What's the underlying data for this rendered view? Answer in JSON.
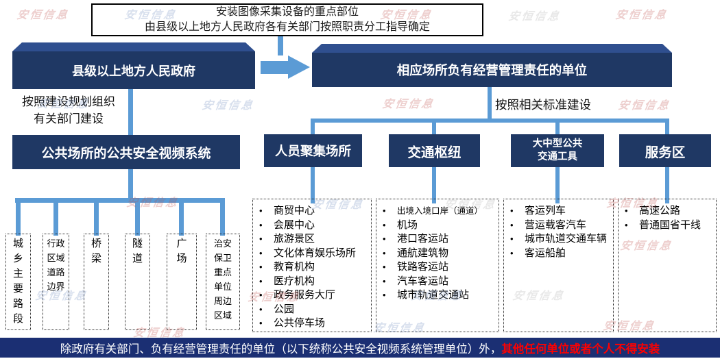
{
  "watermark": {
    "text": "安恒信息"
  },
  "top_note": {
    "line1": "安装图像采集设备的重点部位",
    "line2": "由县级以上地方人民政府各有关部门按照职责分工指导确定"
  },
  "left_flow": {
    "government_label": "县级以上地方人民政府",
    "build_note": "按照建设规划组织\n有关部门建设",
    "system_label": "公共场所的公共安全视频系统",
    "public_places": [
      "城乡主要路段",
      "行政区域道路边界",
      "桥梁",
      "隧道",
      "广场",
      "治安保卫重点单位周边区域"
    ]
  },
  "right_flow": {
    "units_label": "相应场所负有经营管理责任的单位",
    "build_note": "按照相关标准建设",
    "categories": [
      {
        "label": "人员聚集场所",
        "items": [
          "商贸中心",
          "会展中心",
          "旅游景区",
          "文化体育娱乐场所",
          "教育机构",
          "医疗机构",
          "政务服务大厅",
          "公园",
          "公共停车场"
        ]
      },
      {
        "label": "交通枢纽",
        "items": [
          "出境入境口岸（通道）",
          "机场",
          "港口客运站",
          "通航建筑物",
          "铁路客运站",
          "汽车客运站",
          "城市轨道交通站"
        ]
      },
      {
        "label": "大中型公共\n交通工具",
        "items": [
          "客运列车",
          "营运载客汽车",
          "城市轨道交通车辆",
          "客运船舶"
        ]
      },
      {
        "label": "服务区",
        "items": [
          "高速公路",
          "普通国省干线"
        ]
      }
    ]
  },
  "footer": {
    "normal": "除政府有关部门、负有经营管理责任的单位（以下统称公共安全视频系统管理单位）外，",
    "highlight": "其他任何单位或者个人不得安装"
  },
  "colors": {
    "navy": "#1F3864",
    "bevel": "#2F4F8F",
    "connector": "#5B9BD5",
    "footer-bg": "#1B2F73",
    "highlight": "#FF0000"
  }
}
